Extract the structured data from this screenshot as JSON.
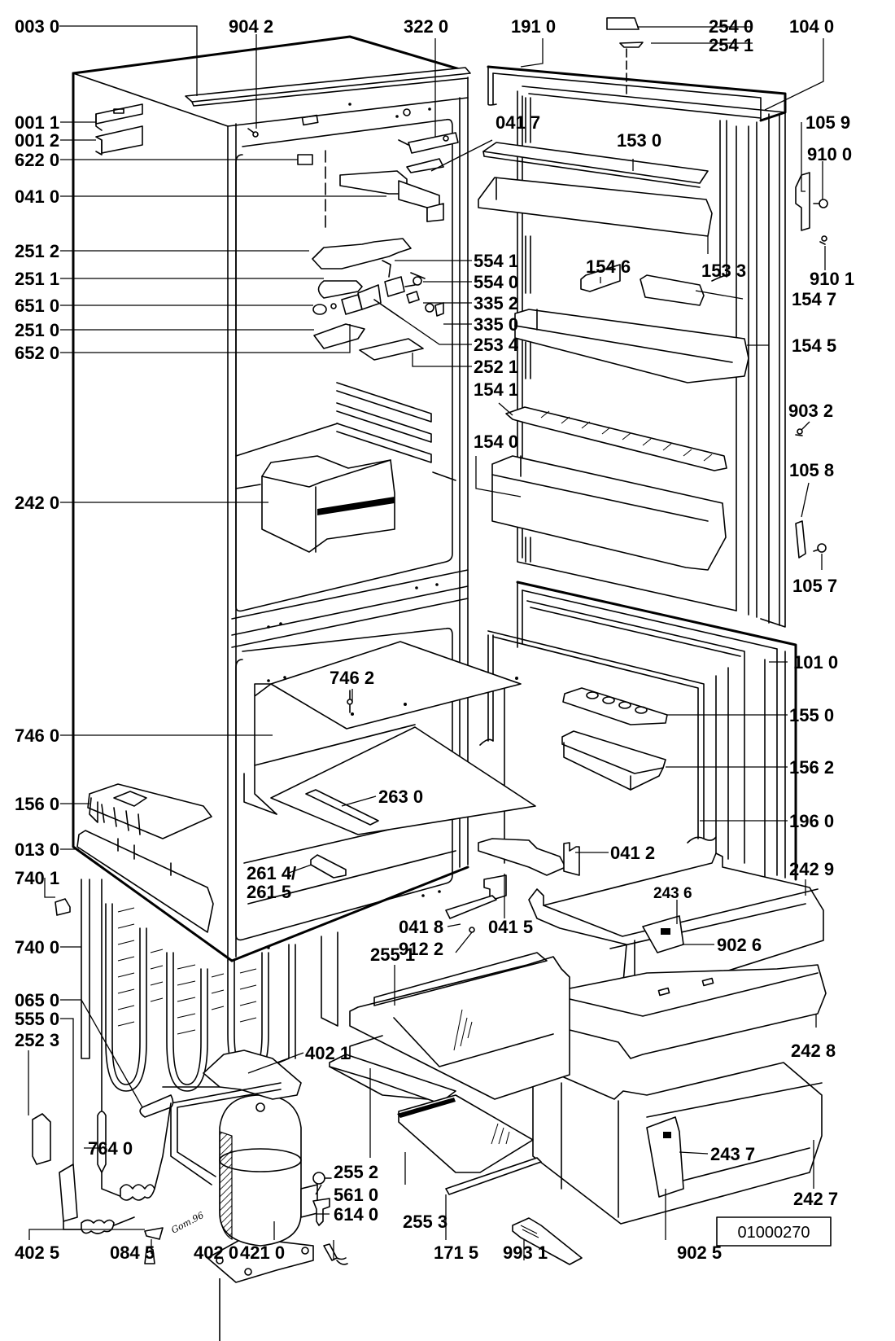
{
  "diagram": {
    "title": "Refrigerator exploded parts diagram",
    "reference_number": "01000270",
    "signature": "Gom.96",
    "labels": {
      "p003_0": "003 0",
      "p904_2": "904 2",
      "p322_0": "322 0",
      "p191_0": "191 0",
      "p254_0": "254 0",
      "p254_1": "254 1",
      "p104_0": "104 0",
      "p001_1": "001 1",
      "p001_2": "001 2",
      "p622_0": "622 0",
      "p041_7": "041 7",
      "p153_0": "153 0",
      "p105_9": "105 9",
      "p910_0": "910 0",
      "p041_0": "041 0",
      "p251_2": "251 2",
      "p554_1": "554 1",
      "p154_6": "154 6",
      "p153_3": "153 3",
      "p910_1": "910 1",
      "p251_1": "251 1",
      "p554_0": "554 0",
      "p651_0": "651 0",
      "p335_2": "335 2",
      "p154_7": "154 7",
      "p335_0": "335 0",
      "p251_0": "251 0",
      "p253_4": "253 4",
      "p652_0": "652 0",
      "p252_1": "252 1",
      "p154_5": "154 5",
      "p154_1": "154 1",
      "p903_2": "903 2",
      "p154_0": "154 0",
      "p242_0": "242 0",
      "p105_8": "105 8",
      "p105_7": "105 7",
      "p101_0": "101 0",
      "p746_2": "746 2",
      "p155_0": "155 0",
      "p746_0": "746 0",
      "p156_2": "156 2",
      "p263_0": "263 0",
      "p156_0": "156 0",
      "p196_0": "196 0",
      "p013_0": "013 0",
      "p261_4": "261 4/",
      "p261_5": "261 5",
      "p041_2": "041 2",
      "p740_1": "740 1",
      "p242_9": "242 9",
      "p243_6": "243 6",
      "p041_8": "041 8",
      "p041_5": "041 5",
      "p902_6": "902 6",
      "p740_0": "740 0",
      "p912_2": "912 2",
      "p255_1": "255 1",
      "p065_0": "065 0",
      "p555_0": "555 0",
      "p252_3": "252 3",
      "p402_1": "402 1",
      "p242_8": "242 8",
      "p764_0": "764 0",
      "p255_2": "255 2",
      "p561_0": "561 0",
      "p614_0": "614 0",
      "p243_7": "243 7",
      "p255_3": "255 3",
      "p242_7": "242 7",
      "p402_5": "402 5",
      "p084_5": "084 5",
      "p402_0": "402 0",
      "p421_0": "421 0",
      "p171_5": "171 5",
      "p993_1": "993 1",
      "p902_5": "902 5"
    }
  }
}
